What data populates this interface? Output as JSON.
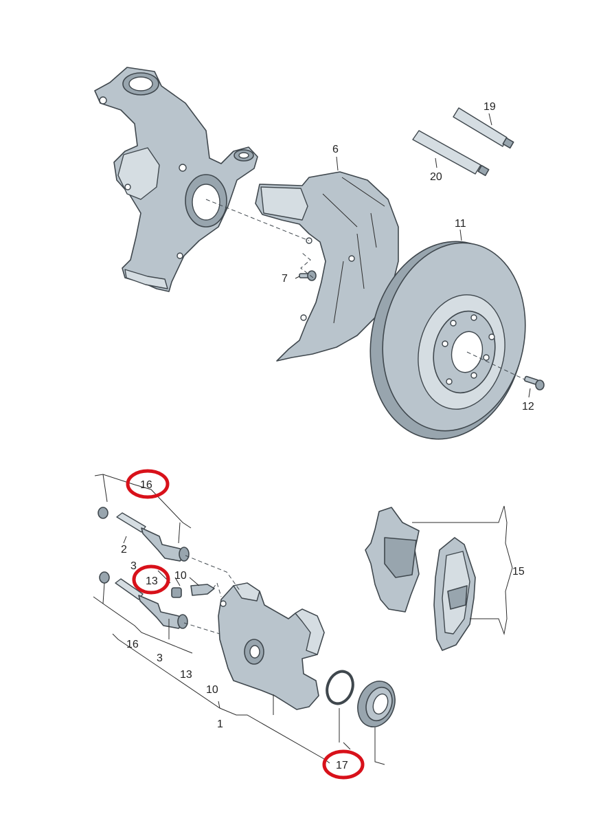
{
  "callouts": {
    "c1": "1",
    "c2": "2",
    "c3a": "3",
    "c3b": "3",
    "c6": "6",
    "c7": "7",
    "c10a": "10",
    "c10b": "10",
    "c11": "11",
    "c12": "12",
    "c13a": "13",
    "c13b": "13",
    "c15": "15",
    "c16a": "16",
    "c16b": "16",
    "c17": "17",
    "c19": "19",
    "c20": "20"
  },
  "highlight_color": "#d8111a",
  "highlighted_callouts": [
    "16",
    "13",
    "17"
  ]
}
